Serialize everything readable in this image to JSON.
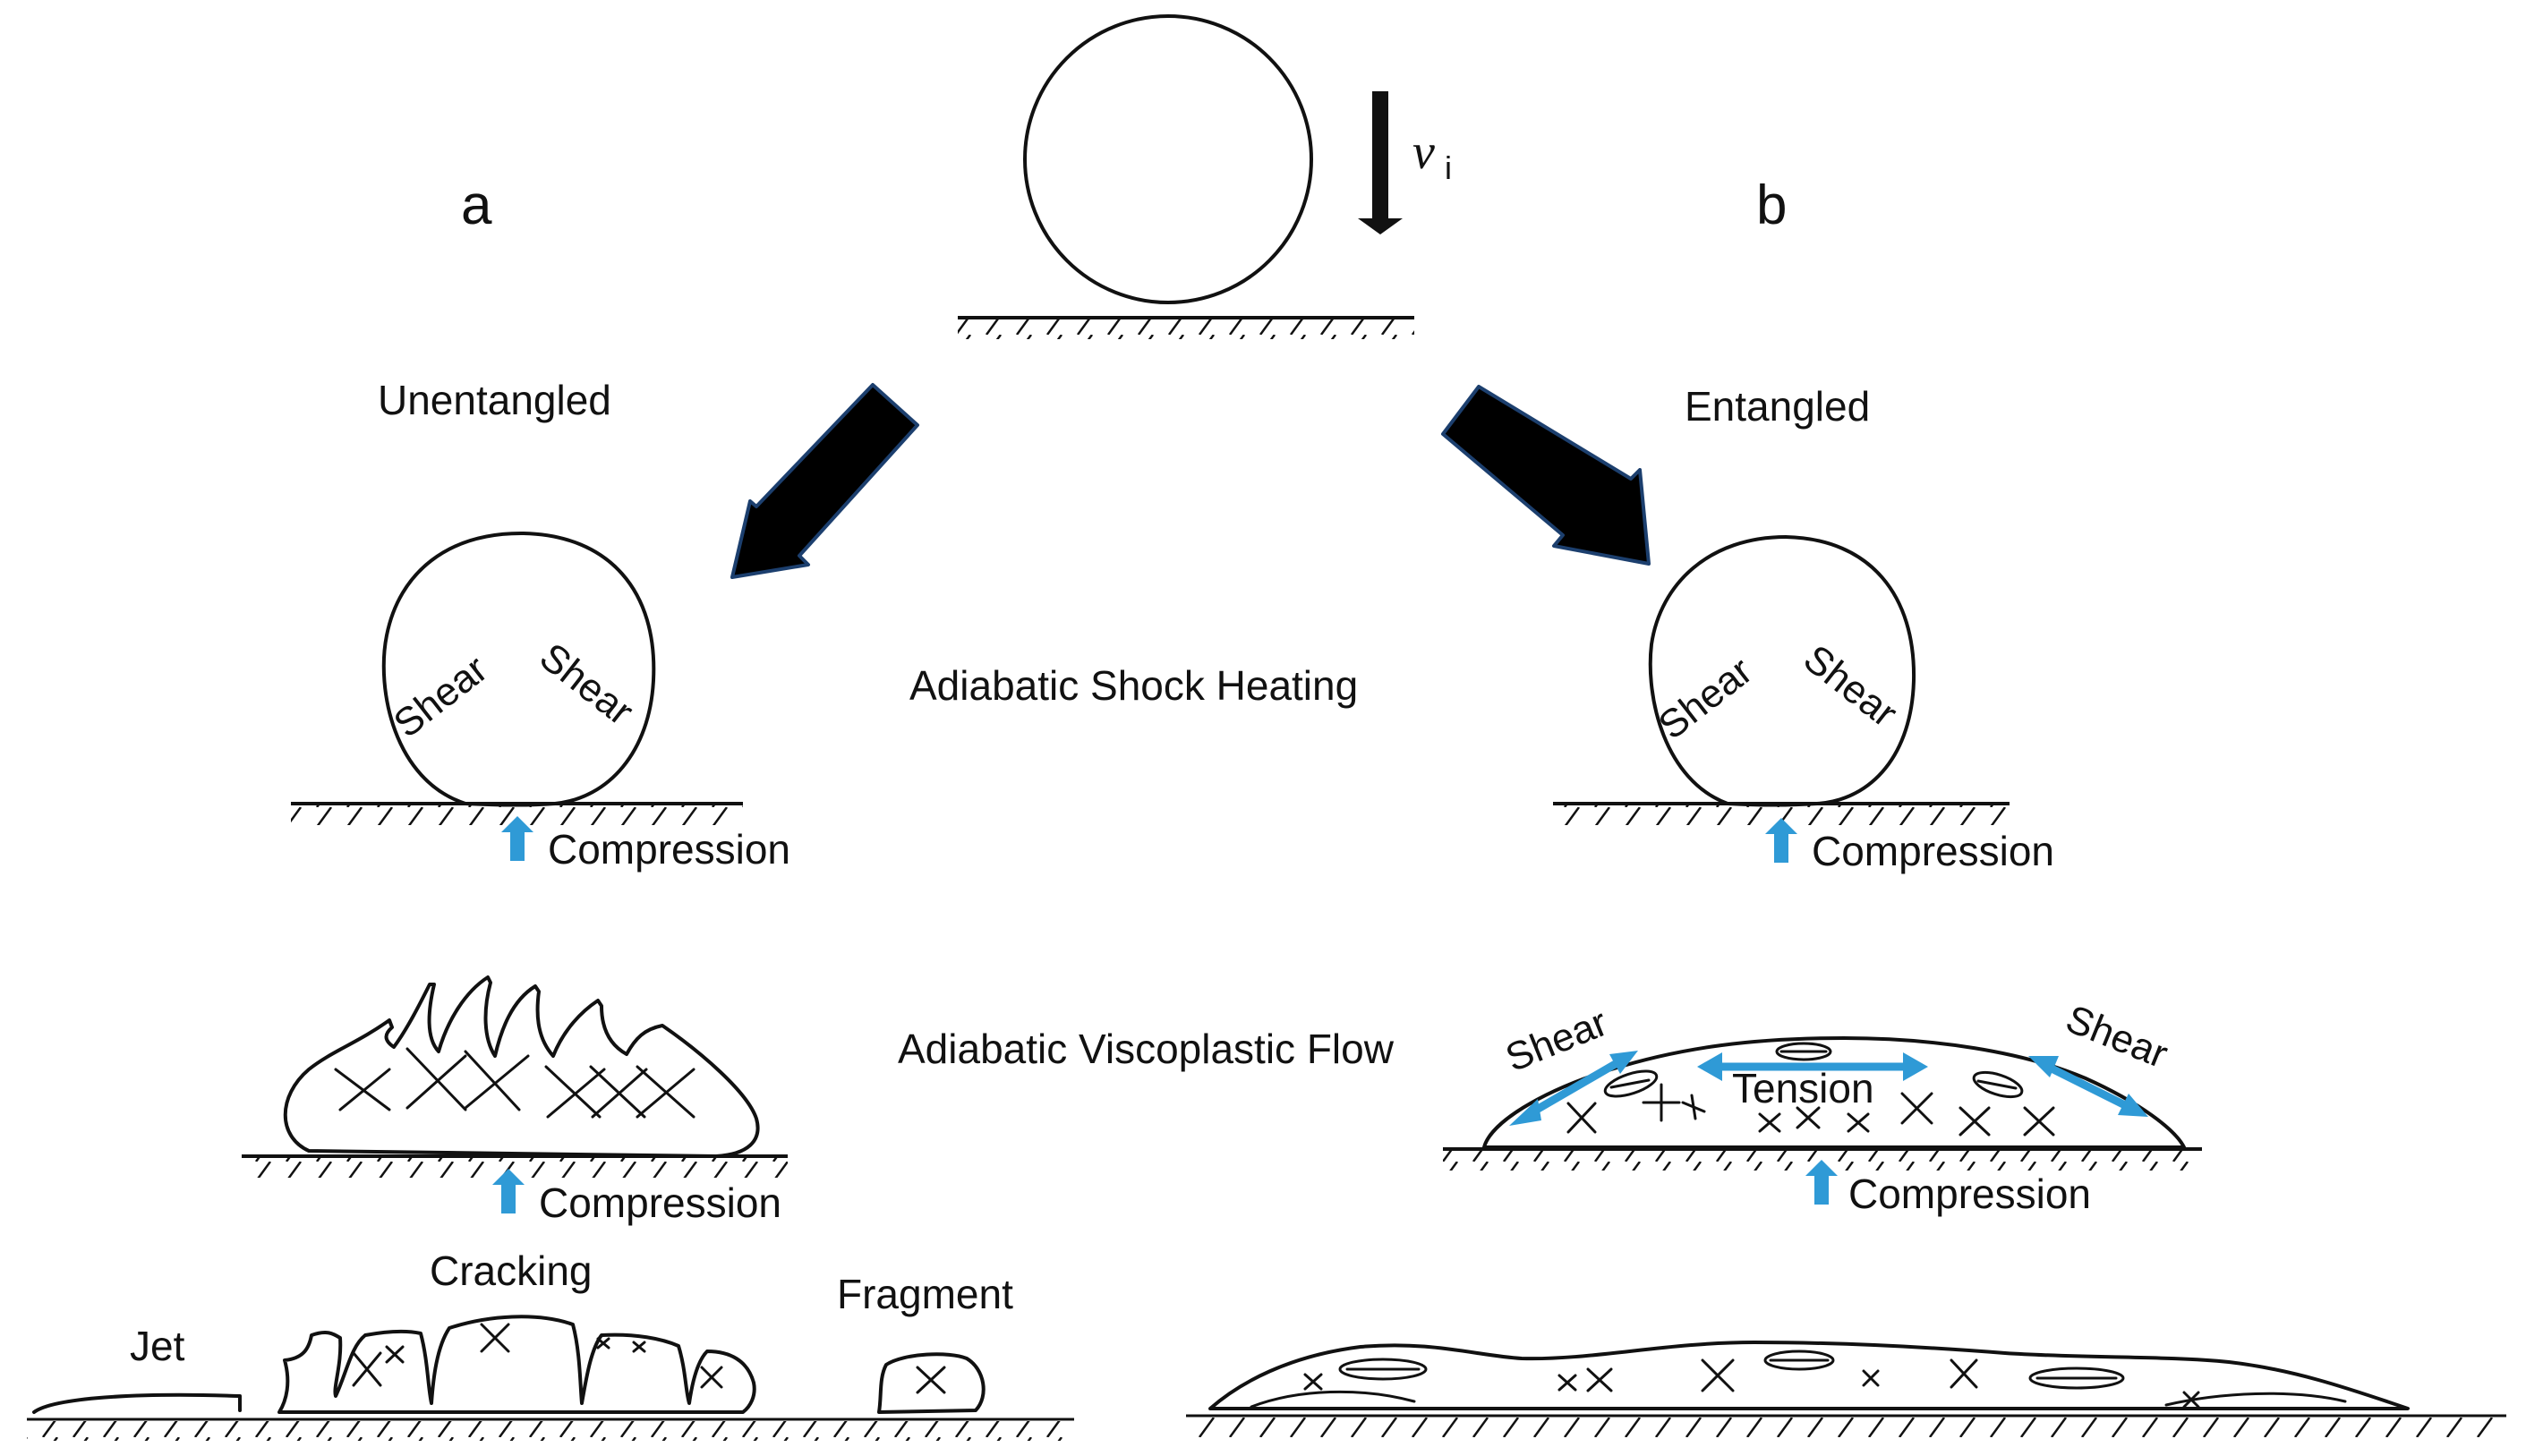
{
  "labels": {
    "panel_a": "a",
    "panel_b": "b",
    "velocity_symbol": "ν",
    "velocity_subscript": "i",
    "unentangled": "Unentangled",
    "entangled": "Entangled",
    "stage1": "Adiabatic Shock Heating",
    "stage2": "Adiabatic Viscoplastic Flow",
    "shear": "Shear",
    "compression": "Compression",
    "tension": "Tension",
    "jet": "Jet",
    "cracking": "Cracking",
    "fragment": "Fragment"
  },
  "colors": {
    "ink": "#111111",
    "arrow_fill": "#000000",
    "arrow_edge": "#1c3f6e",
    "stress_arrow": "#2f9ad6"
  }
}
